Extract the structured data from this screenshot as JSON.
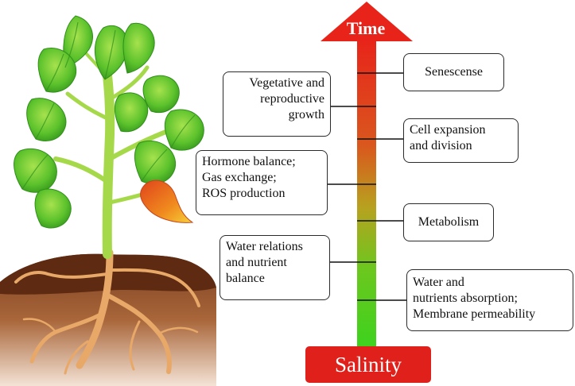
{
  "diagram": {
    "arrow_label": "Time",
    "base_label": "Salinity",
    "left_boxes": [
      {
        "lines": [
          "Vegetative and",
          "reproductive",
          "growth"
        ]
      },
      {
        "lines": [
          "Hormone balance;",
          "Gas exchange;",
          "ROS production"
        ]
      },
      {
        "lines": [
          "Water relations",
          "and nutrient",
          "balance"
        ]
      }
    ],
    "right_boxes": [
      {
        "lines": [
          "Senescense"
        ]
      },
      {
        "lines": [
          "Cell expansion",
          "and division"
        ]
      },
      {
        "lines": [
          "Metabolism"
        ]
      },
      {
        "lines": [
          "Water and",
          "nutrients absorption;",
          "Membrane permeability"
        ]
      }
    ]
  },
  "colors": {
    "arrow_top": "#e8231a",
    "arrow_bottom": "#3ed21e",
    "salinity_bg": "#e0201b",
    "leaf": "#5cc22c",
    "stem": "#a6d94a",
    "soil": "#8a4a26",
    "roots": "#e8a868"
  }
}
